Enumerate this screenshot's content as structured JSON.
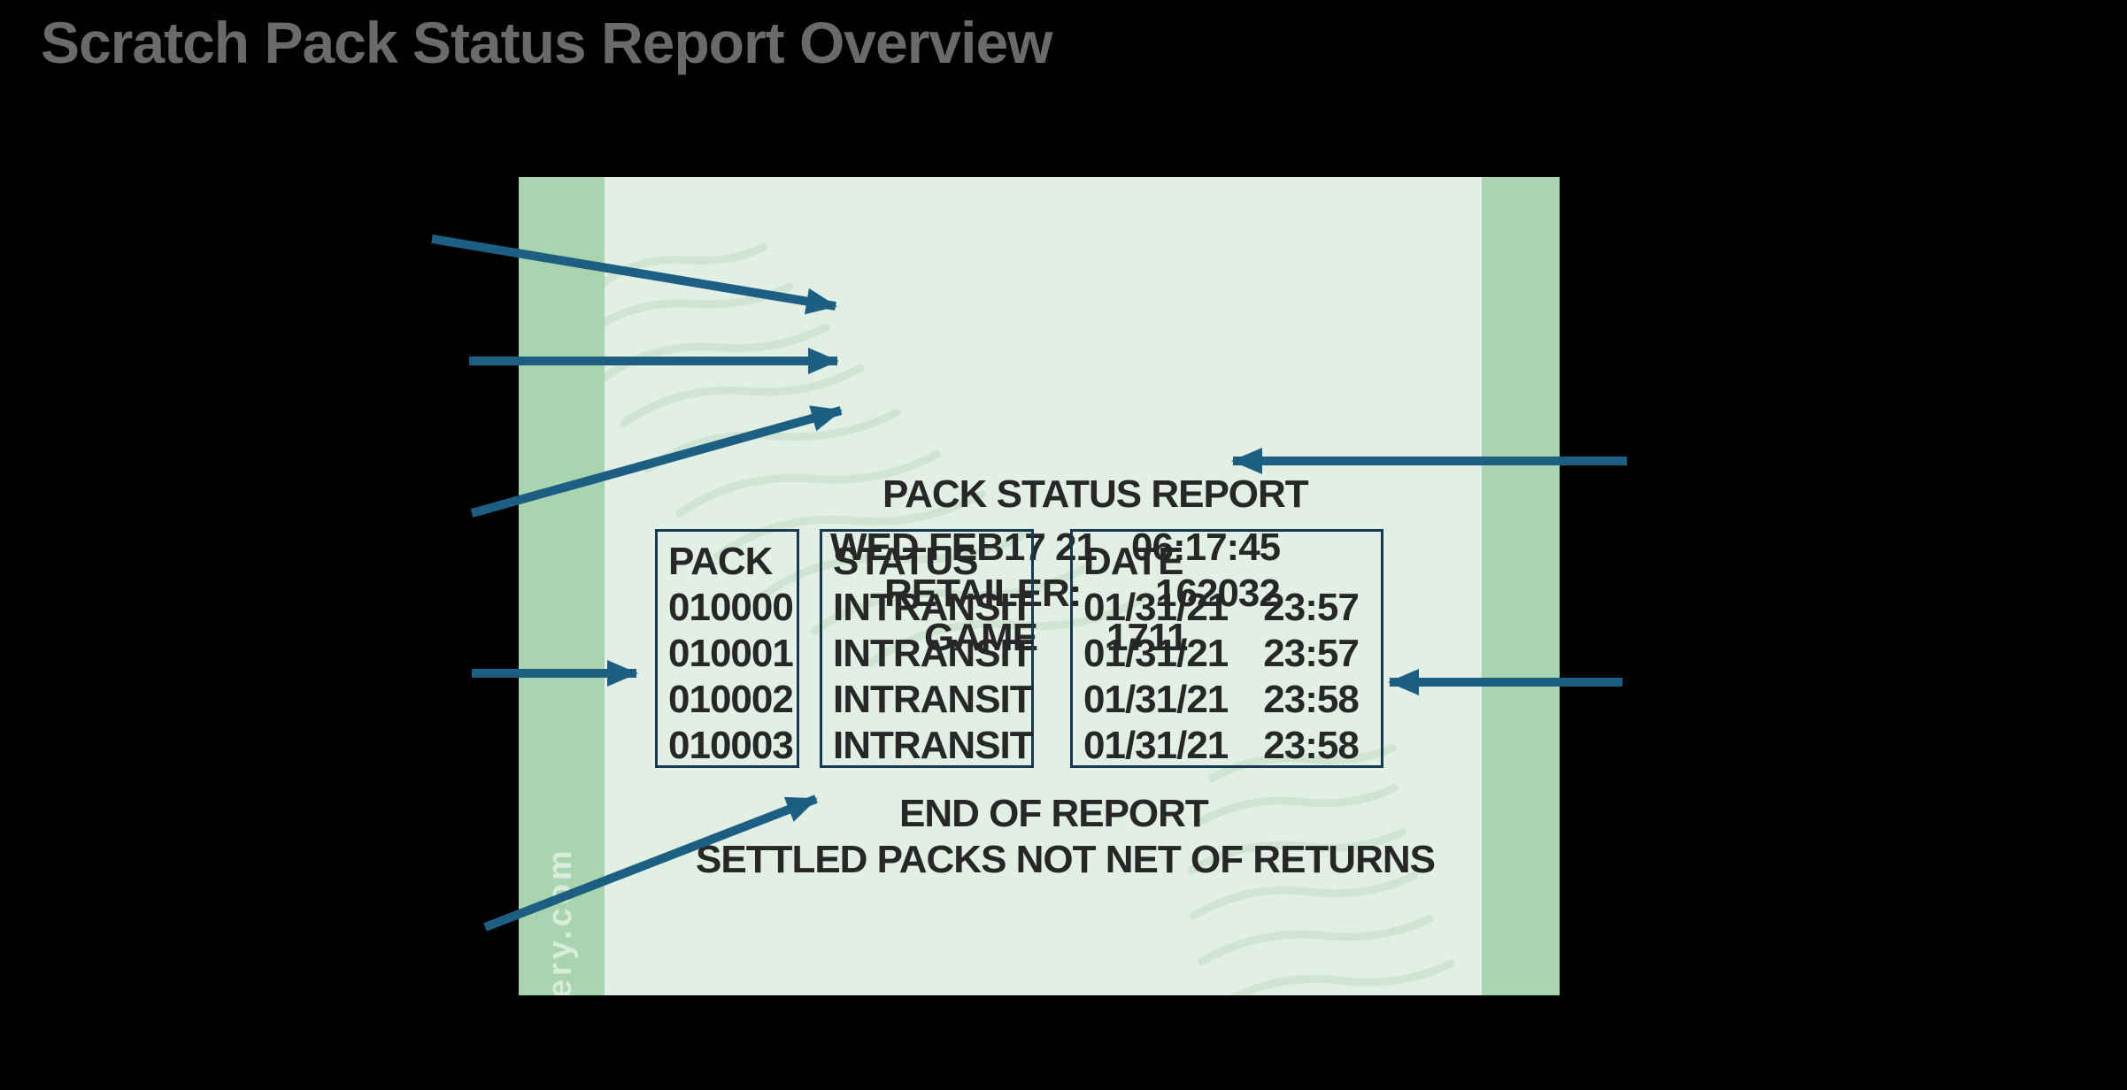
{
  "page": {
    "title": "Scratch Pack Status Report Overview"
  },
  "receipt": {
    "header": {
      "title": "PACK STATUS REPORT",
      "date": "WED FEB17 21",
      "time": "06:17:45",
      "retailer_label": "RETAILER:",
      "retailer_value": "162032",
      "game_label": "GAME",
      "game_value": "1711"
    },
    "table": {
      "columns": [
        "PACK",
        "STATUS",
        "DATE"
      ],
      "rows": [
        {
          "pack": "010000",
          "status": "INTRANSIT",
          "date": "01/31/21",
          "time": "23:57"
        },
        {
          "pack": "010001",
          "status": "INTRANSIT",
          "date": "01/31/21",
          "time": "23:57"
        },
        {
          "pack": "010002",
          "status": "INTRANSIT",
          "date": "01/31/21",
          "time": "23:58"
        },
        {
          "pack": "010003",
          "status": "INTRANSIT",
          "date": "01/31/21",
          "time": "23:58"
        }
      ]
    },
    "footer": {
      "end_line": "END OF REPORT",
      "settled_line": "SETTLED PACKS NOT NET OF RETURNS"
    },
    "branding": {
      "url": "wclottery.com"
    }
  },
  "colors": {
    "background": "#000000",
    "page_title_gray": "#6a6a6a",
    "receipt_bg": "#e2efe5",
    "band_green": "#a9d4b0",
    "watermark_green": "#cde5d1",
    "box_border_navy": "#17394f",
    "arrow_blue": "#1d5f82",
    "receipt_text": "#272727"
  }
}
